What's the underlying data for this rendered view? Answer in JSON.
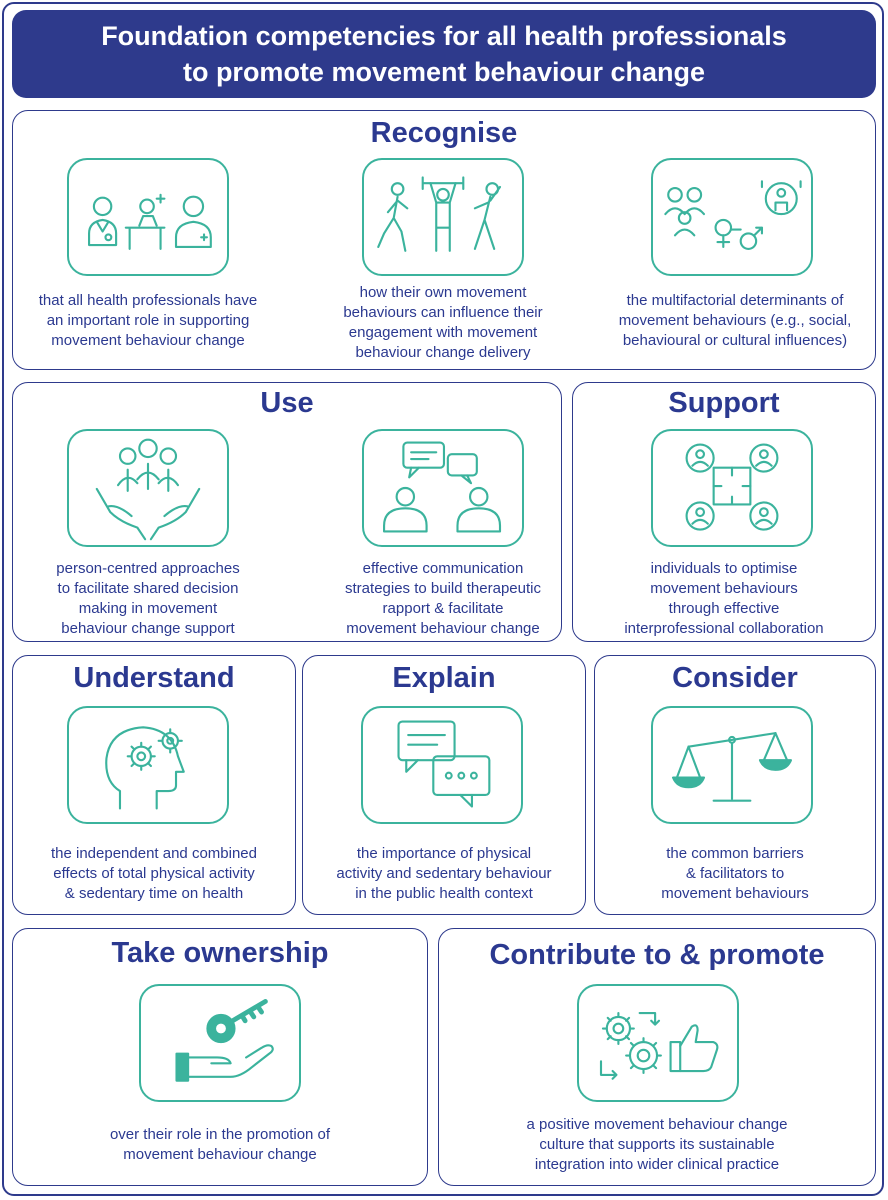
{
  "header": {
    "line1": "Foundation competencies for all health professionals",
    "line2": "to promote movement behaviour change"
  },
  "recognise": {
    "title": "Recognise",
    "items": [
      {
        "icon": "health-professionals-icon",
        "lines": [
          "that all health professionals have",
          "an important role in supporting",
          "movement behaviour change"
        ]
      },
      {
        "icon": "exercising-people-icon",
        "lines": [
          "how their own movement",
          "behaviours can influence their",
          "engagement with movement",
          "behaviour change delivery"
        ]
      },
      {
        "icon": "determinants-icon",
        "lines": [
          "the multifactorial determinants of",
          "movement behaviours (e.g., social,",
          "behavioural or cultural influences)"
        ]
      }
    ]
  },
  "use": {
    "title": "Use",
    "items": [
      {
        "icon": "person-centred-hands-icon",
        "lines": [
          "person-centred approaches",
          "to facilitate shared decision",
          "making in movement",
          "behaviour change support"
        ]
      },
      {
        "icon": "conversation-icon",
        "lines": [
          "effective communication",
          "strategies to build therapeutic",
          "rapport & facilitate",
          "movement behaviour change"
        ]
      }
    ]
  },
  "support": {
    "title": "Support",
    "items": [
      {
        "icon": "puzzle-collaboration-icon",
        "lines": [
          "individuals to optimise",
          "movement behaviours",
          "through effective",
          "interprofessional collaboration"
        ]
      }
    ]
  },
  "understand": {
    "title": "Understand",
    "items": [
      {
        "icon": "head-gears-icon",
        "lines": [
          "the independent and combined",
          "effects of total physical activity",
          "& sedentary time on health"
        ]
      }
    ]
  },
  "explain": {
    "title": "Explain",
    "items": [
      {
        "icon": "speech-bubbles-icon",
        "lines": [
          "the importance of physical",
          "activity and sedentary behaviour",
          "in the public health context"
        ]
      }
    ]
  },
  "consider": {
    "title": "Consider",
    "items": [
      {
        "icon": "balance-scale-icon",
        "lines": [
          "the common barriers",
          "&  facilitators to",
          "movement behaviours"
        ]
      }
    ]
  },
  "ownership": {
    "title": "Take ownership",
    "items": [
      {
        "icon": "key-in-hand-icon",
        "lines": [
          "over their role in the promotion of",
          "movement behaviour change"
        ]
      }
    ]
  },
  "contribute": {
    "title": "Contribute to & promote",
    "items": [
      {
        "icon": "gears-thumbs-up-icon",
        "lines": [
          "a positive movement behaviour change",
          "culture that supports its sustainable",
          "integration into wider clinical practice"
        ]
      }
    ]
  },
  "colors": {
    "navy": "#2e3a8c",
    "teal": "#3bb39d"
  }
}
